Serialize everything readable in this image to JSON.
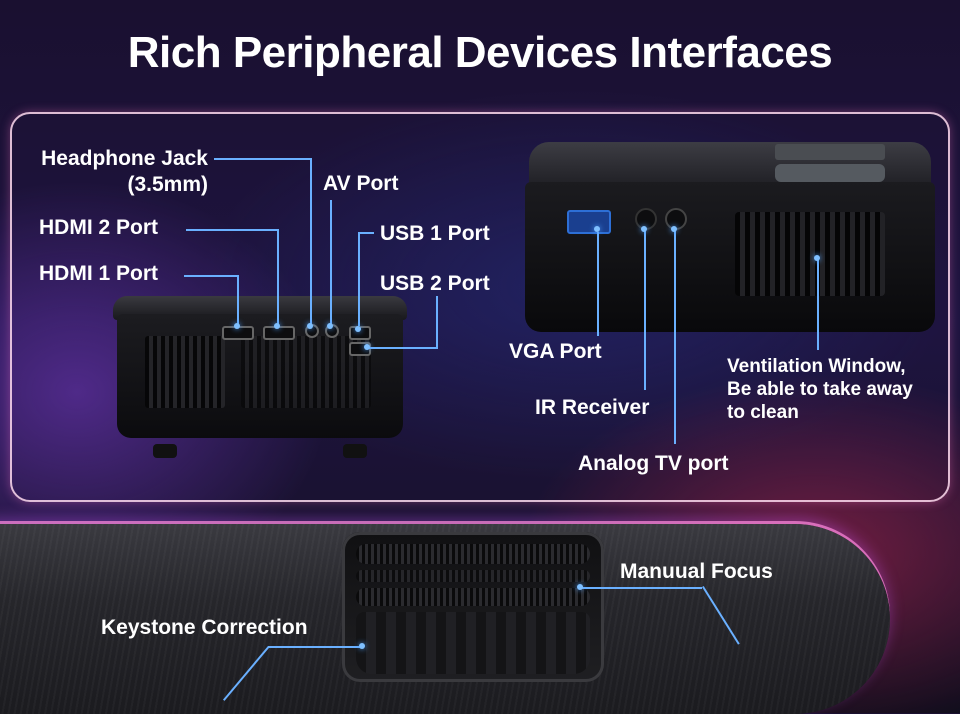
{
  "title": "Rich  Peripheral Devices Interfaces",
  "labels": {
    "headphone_jack": "Headphone Jack",
    "headphone_jack_size": "(3.5mm)",
    "av_port": "AV Port",
    "hdmi2": "HDMI 2 Port",
    "usb1": "USB 1 Port",
    "hdmi1": "HDMI 1 Port",
    "usb2": "USB 2 Port",
    "vga": "VGA Port",
    "ir": "IR Receiver",
    "analog_tv": "Analog TV port",
    "ventilation_line1": "Ventilation Window,",
    "ventilation_line2": "Be able to take away",
    "ventilation_line3": "to clean",
    "manual_focus": "Manuual Focus",
    "keystone": "Keystone Correction"
  },
  "colors": {
    "callout_line": "#6ab0ff",
    "panel_border": "#ffdcf0"
  }
}
